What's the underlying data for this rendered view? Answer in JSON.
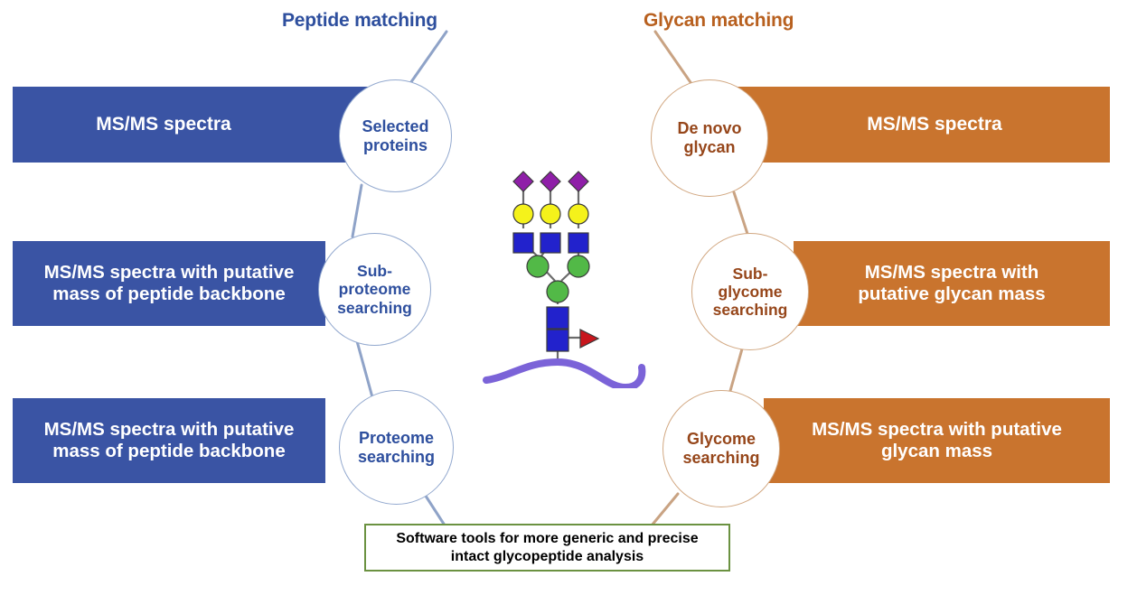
{
  "titles": {
    "peptide": "Peptide matching",
    "glycan": "Glycan matching"
  },
  "colors": {
    "peptide_blue": "#3a54a4",
    "peptide_blue_text": "#2e4f9e",
    "glycan_orange": "#c9742e",
    "glycan_orange_text": "#96461a",
    "result_border_green": "#6b9241",
    "backbone_purple": "#7b63d8",
    "glycan_mannose_green": "#52b947",
    "glycan_glcnac_blue": "#2222cc",
    "glycan_galactose_yellow": "#f5f21b",
    "glycan_sialic_purple": "#8f1fa8",
    "glycan_fucose_red": "#c8161d"
  },
  "peptide_branch": {
    "rows": [
      {
        "bar_label": "MS/MS spectra",
        "node_label": "Selected\nproteins"
      },
      {
        "bar_label": "MS/MS spectra with putative\nmass of peptide backbone",
        "node_label": "Sub-\nproteome\nsearching"
      },
      {
        "bar_label": "MS/MS spectra with putative\nmass of peptide backbone",
        "node_label": "Proteome\nsearching"
      }
    ]
  },
  "glycan_branch": {
    "rows": [
      {
        "bar_label": "MS/MS spectra",
        "node_label": "De novo\nglycan"
      },
      {
        "bar_label": "MS/MS spectra with\nputative glycan mass",
        "node_label": "Sub-\nglycome\nsearching"
      },
      {
        "bar_label": "MS/MS spectra with putative\nglycan mass",
        "node_label": "Glycome\nsearching"
      }
    ]
  },
  "result": {
    "label": "Software tools for more generic and precise\nintact glycopeptide analysis"
  },
  "glycan_structure": {
    "description": "N-linked glycan attached to a peptide backbone",
    "residues": [
      {
        "symbol": "diamond",
        "color": "#8f1fa8",
        "name": "sialic-acid",
        "count": 3
      },
      {
        "symbol": "circle",
        "color": "#f5f21b",
        "name": "galactose",
        "count": 3
      },
      {
        "symbol": "square",
        "color": "#2222cc",
        "name": "glcnac-antenna",
        "count": 3
      },
      {
        "symbol": "circle",
        "color": "#52b947",
        "name": "mannose",
        "count": 3
      },
      {
        "symbol": "square",
        "color": "#2222cc",
        "name": "glcnac-core",
        "count": 2
      },
      {
        "symbol": "triangle",
        "color": "#c8161d",
        "name": "fucose",
        "count": 1
      }
    ],
    "backbone": {
      "color": "#7b63d8",
      "name": "peptide-backbone"
    }
  }
}
